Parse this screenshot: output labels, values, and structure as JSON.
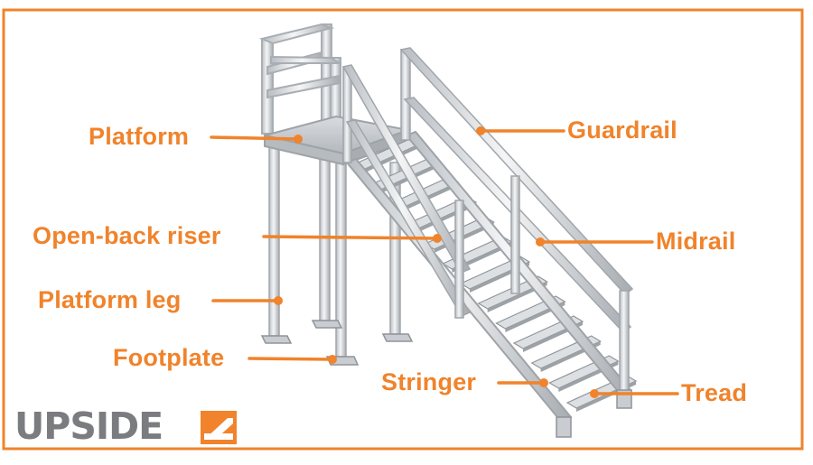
{
  "colors": {
    "accent": "#f0832b",
    "metal_light": "#e4e6e8",
    "metal_mid": "#c9cdd1",
    "metal_dark": "#9ea3a8",
    "logo_gray": "#7b7c80"
  },
  "logo": {
    "text": "UPSIDE"
  },
  "labels": {
    "platform": "Platform",
    "guardrail": "Guardrail",
    "open_back_riser": "Open-back riser",
    "midrail": "Midrail",
    "platform_leg": "Platform leg",
    "footplate": "Footplate",
    "stringer": "Stringer",
    "tread": "Tread"
  }
}
